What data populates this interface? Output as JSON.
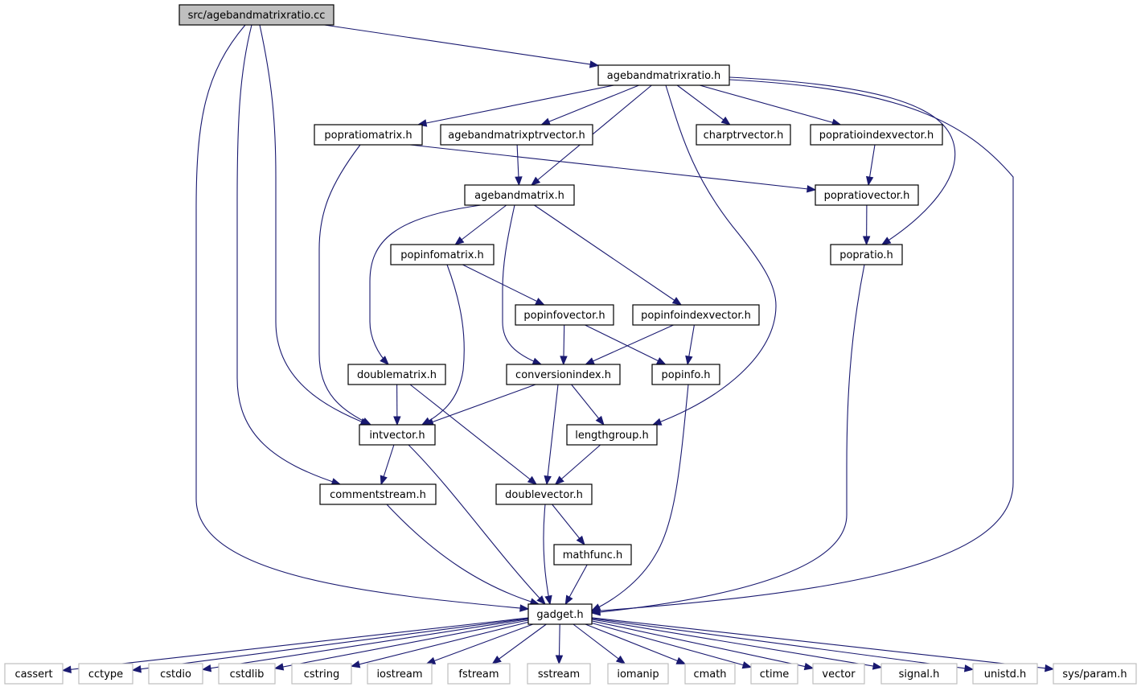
{
  "colors": {
    "edge": "#191970",
    "node_border": "#000000",
    "root_fill": "#bfbfbf",
    "node_fill": "#ffffff",
    "system_border": "#bfbfbf"
  },
  "nodes": {
    "root": {
      "label": "src/agebandmatrixratio.cc",
      "kind": "root"
    },
    "agebandmatrixratio_h": {
      "label": "agebandmatrixratio.h",
      "kind": "header"
    },
    "gadget_h": {
      "label": "gadget.h",
      "kind": "header"
    },
    "intvector_h": {
      "label": "intvector.h",
      "kind": "header"
    },
    "commentstream_h": {
      "label": "commentstream.h",
      "kind": "header"
    },
    "popratiomatrix_h": {
      "label": "popratiomatrix.h",
      "kind": "header"
    },
    "agebandmatrixptrvector_h": {
      "label": "agebandmatrixptrvector.h",
      "kind": "header"
    },
    "charptrvector_h": {
      "label": "charptrvector.h",
      "kind": "header"
    },
    "popratioindexvector_h": {
      "label": "popratioindexvector.h",
      "kind": "header"
    },
    "agebandmatrix_h": {
      "label": "agebandmatrix.h",
      "kind": "header"
    },
    "popratiovector_h": {
      "label": "popratiovector.h",
      "kind": "header"
    },
    "popratio_h": {
      "label": "popratio.h",
      "kind": "header"
    },
    "popinfomatrix_h": {
      "label": "popinfomatrix.h",
      "kind": "header"
    },
    "popinfovector_h": {
      "label": "popinfovector.h",
      "kind": "header"
    },
    "popinfoindexvector_h": {
      "label": "popinfoindexvector.h",
      "kind": "header"
    },
    "doublematrix_h": {
      "label": "doublematrix.h",
      "kind": "header"
    },
    "conversionindex_h": {
      "label": "conversionindex.h",
      "kind": "header"
    },
    "popinfo_h": {
      "label": "popinfo.h",
      "kind": "header"
    },
    "lengthgroup_h": {
      "label": "lengthgroup.h",
      "kind": "header"
    },
    "doublevector_h": {
      "label": "doublevector.h",
      "kind": "header"
    },
    "mathfunc_h": {
      "label": "mathfunc.h",
      "kind": "header"
    },
    "cassert": {
      "label": "cassert",
      "kind": "system"
    },
    "cctype": {
      "label": "cctype",
      "kind": "system"
    },
    "cstdio": {
      "label": "cstdio",
      "kind": "system"
    },
    "cstdlib": {
      "label": "cstdlib",
      "kind": "system"
    },
    "cstring": {
      "label": "cstring",
      "kind": "system"
    },
    "iostream": {
      "label": "iostream",
      "kind": "system"
    },
    "fstream": {
      "label": "fstream",
      "kind": "system"
    },
    "sstream": {
      "label": "sstream",
      "kind": "system"
    },
    "iomanip": {
      "label": "iomanip",
      "kind": "system"
    },
    "cmath": {
      "label": "cmath",
      "kind": "system"
    },
    "ctime": {
      "label": "ctime",
      "kind": "system"
    },
    "vector": {
      "label": "vector",
      "kind": "system"
    },
    "signal_h": {
      "label": "signal.h",
      "kind": "system"
    },
    "unistd_h": {
      "label": "unistd.h",
      "kind": "system"
    },
    "sys_param_h": {
      "label": "sys/param.h",
      "kind": "system"
    }
  },
  "edges": [
    [
      "root",
      "agebandmatrixratio_h"
    ],
    [
      "root",
      "gadget_h"
    ],
    [
      "root",
      "commentstream_h"
    ],
    [
      "root",
      "intvector_h"
    ],
    [
      "agebandmatrixratio_h",
      "popratiomatrix_h"
    ],
    [
      "agebandmatrixratio_h",
      "agebandmatrixptrvector_h"
    ],
    [
      "agebandmatrixratio_h",
      "agebandmatrix_h"
    ],
    [
      "agebandmatrixratio_h",
      "charptrvector_h"
    ],
    [
      "agebandmatrixratio_h",
      "popratioindexvector_h"
    ],
    [
      "agebandmatrixratio_h",
      "lengthgroup_h"
    ],
    [
      "agebandmatrixratio_h",
      "popratio_h"
    ],
    [
      "agebandmatrixratio_h",
      "gadget_h"
    ],
    [
      "popratiomatrix_h",
      "popratiovector_h"
    ],
    [
      "popratiomatrix_h",
      "intvector_h"
    ],
    [
      "agebandmatrixptrvector_h",
      "agebandmatrix_h"
    ],
    [
      "popratioindexvector_h",
      "popratiovector_h"
    ],
    [
      "popratiovector_h",
      "popratio_h"
    ],
    [
      "popratio_h",
      "gadget_h"
    ],
    [
      "agebandmatrix_h",
      "popinfomatrix_h"
    ],
    [
      "agebandmatrix_h",
      "doublematrix_h"
    ],
    [
      "agebandmatrix_h",
      "conversionindex_h"
    ],
    [
      "agebandmatrix_h",
      "popinfoindexvector_h"
    ],
    [
      "popinfomatrix_h",
      "popinfovector_h"
    ],
    [
      "popinfomatrix_h",
      "intvector_h"
    ],
    [
      "popinfovector_h",
      "conversionindex_h"
    ],
    [
      "popinfovector_h",
      "popinfo_h"
    ],
    [
      "popinfoindexvector_h",
      "conversionindex_h"
    ],
    [
      "popinfoindexvector_h",
      "popinfo_h"
    ],
    [
      "doublematrix_h",
      "intvector_h"
    ],
    [
      "doublematrix_h",
      "doublevector_h"
    ],
    [
      "conversionindex_h",
      "intvector_h"
    ],
    [
      "conversionindex_h",
      "lengthgroup_h"
    ],
    [
      "conversionindex_h",
      "doublevector_h"
    ],
    [
      "popinfo_h",
      "gadget_h"
    ],
    [
      "intvector_h",
      "commentstream_h"
    ],
    [
      "intvector_h",
      "gadget_h"
    ],
    [
      "lengthgroup_h",
      "doublevector_h"
    ],
    [
      "commentstream_h",
      "gadget_h"
    ],
    [
      "doublevector_h",
      "mathfunc_h"
    ],
    [
      "doublevector_h",
      "gadget_h"
    ],
    [
      "mathfunc_h",
      "gadget_h"
    ],
    [
      "gadget_h",
      "cassert"
    ],
    [
      "gadget_h",
      "cctype"
    ],
    [
      "gadget_h",
      "cstdio"
    ],
    [
      "gadget_h",
      "cstdlib"
    ],
    [
      "gadget_h",
      "cstring"
    ],
    [
      "gadget_h",
      "iostream"
    ],
    [
      "gadget_h",
      "fstream"
    ],
    [
      "gadget_h",
      "sstream"
    ],
    [
      "gadget_h",
      "iomanip"
    ],
    [
      "gadget_h",
      "cmath"
    ],
    [
      "gadget_h",
      "ctime"
    ],
    [
      "gadget_h",
      "vector"
    ],
    [
      "gadget_h",
      "signal_h"
    ],
    [
      "gadget_h",
      "unistd_h"
    ],
    [
      "gadget_h",
      "sys_param_h"
    ]
  ]
}
